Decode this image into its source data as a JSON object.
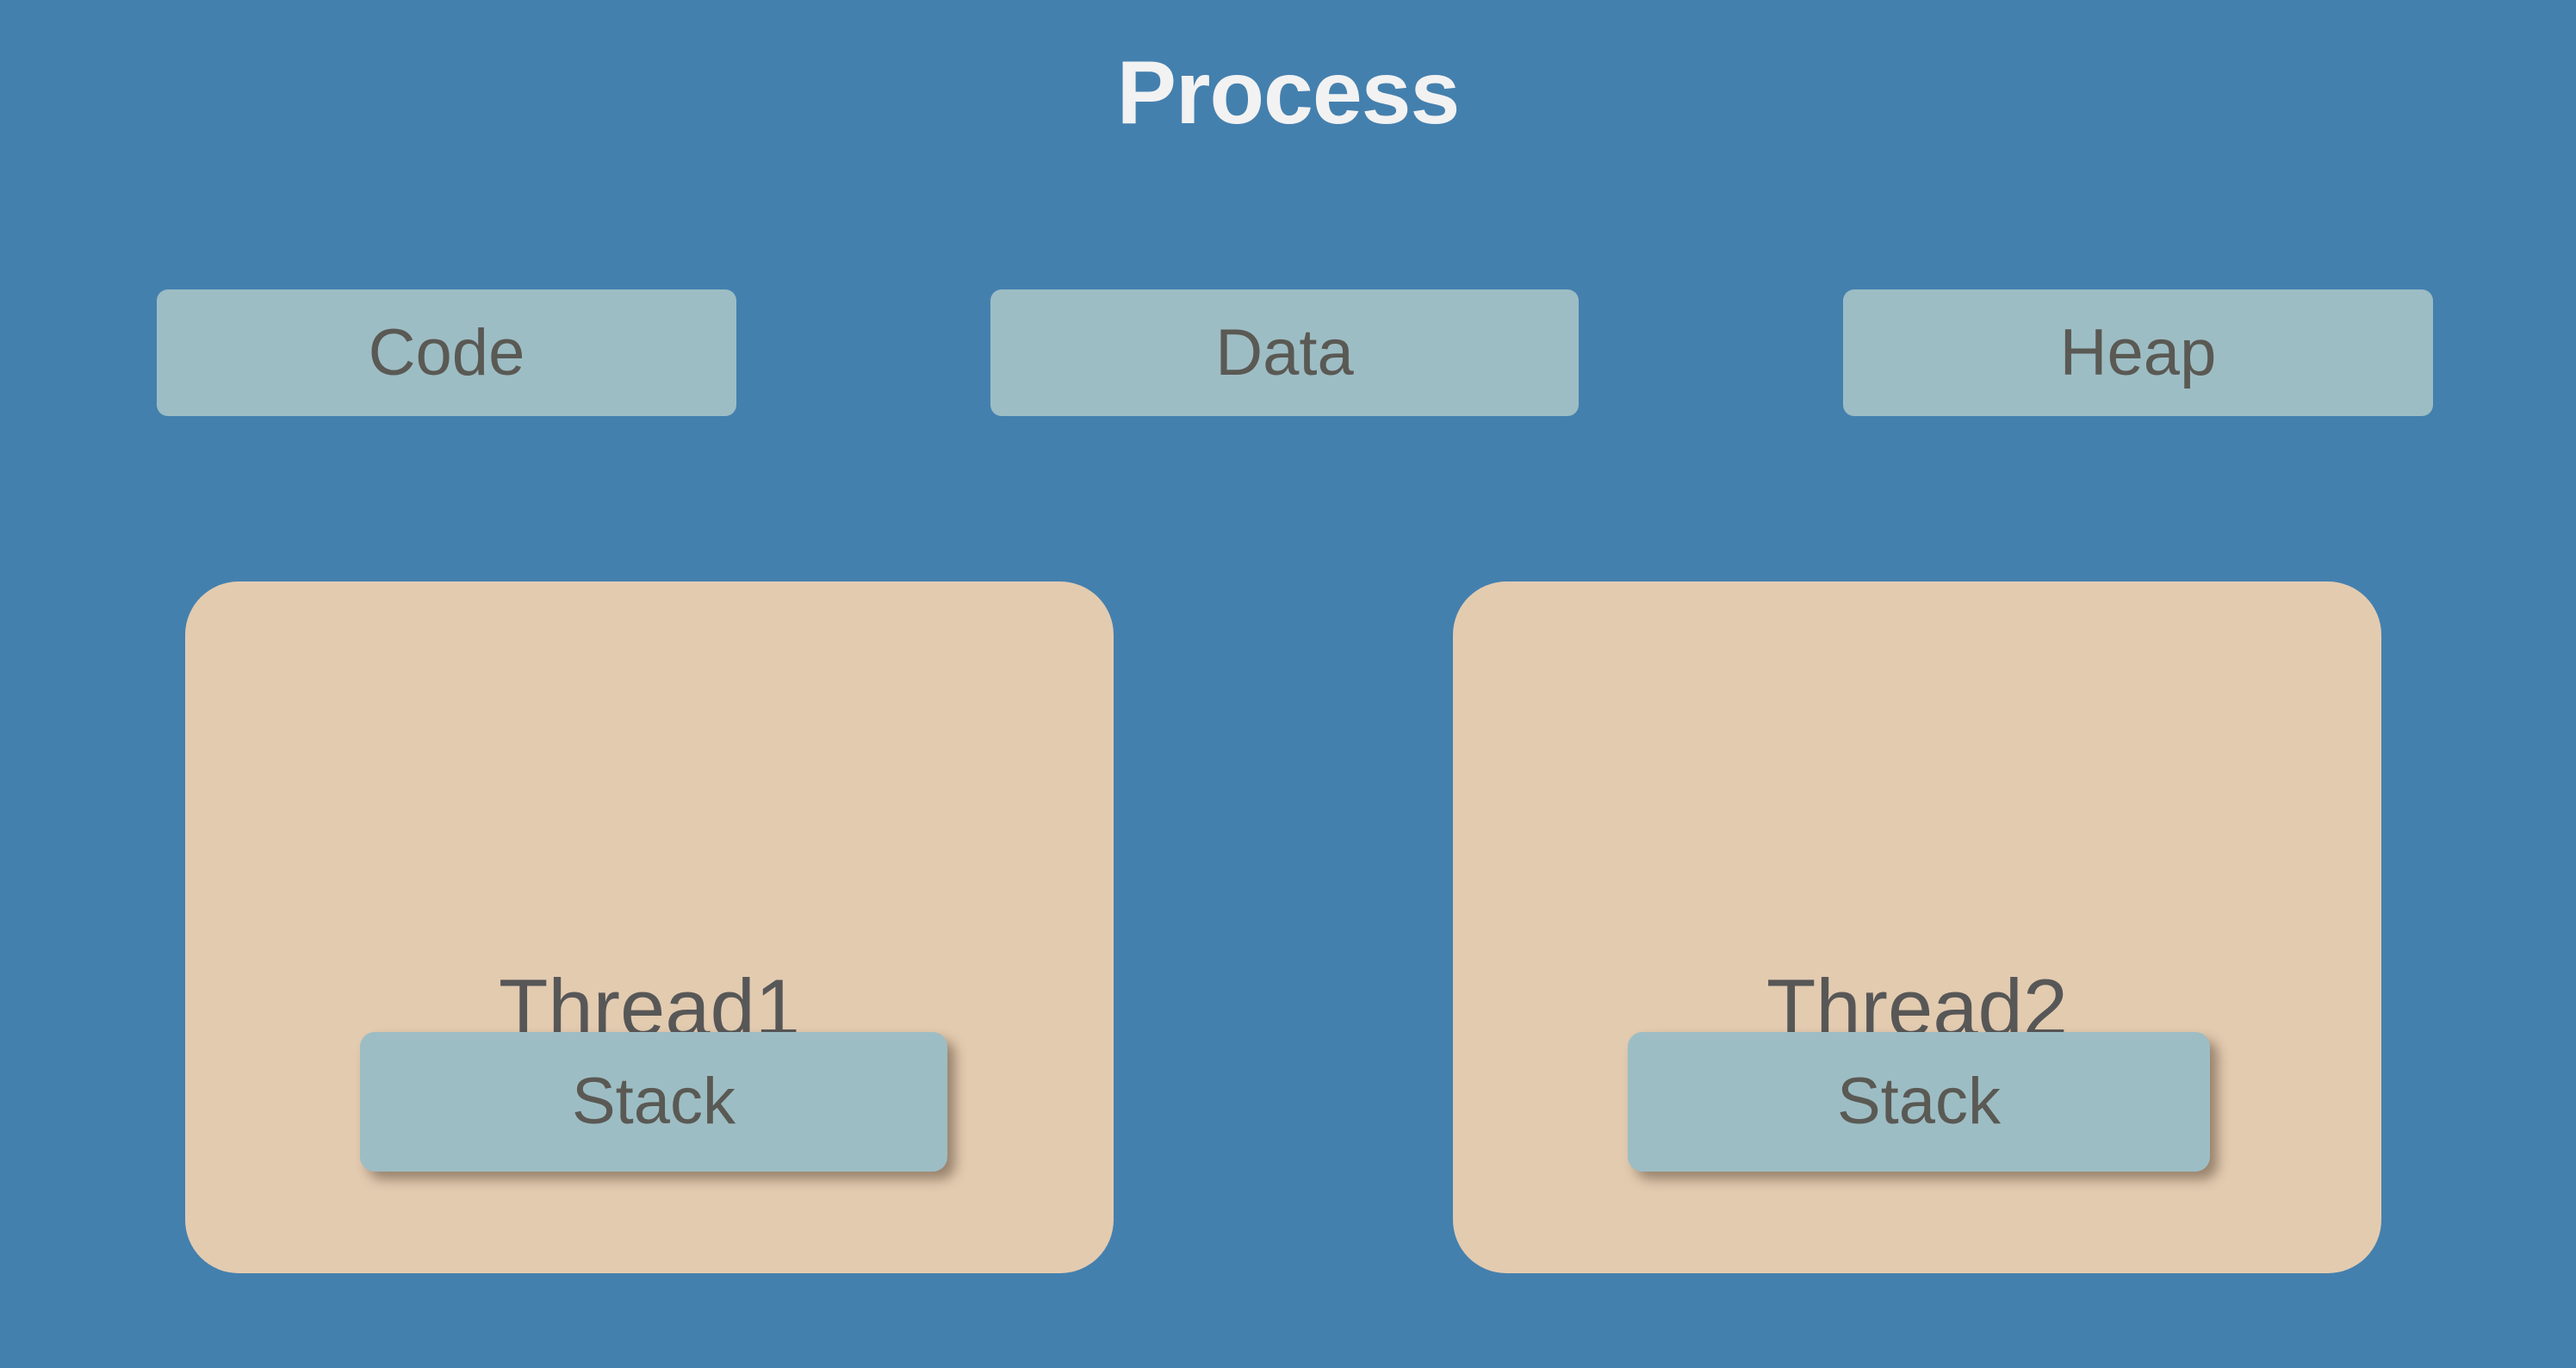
{
  "diagram": {
    "title": "Process",
    "background_color": "#4480ae",
    "title_color": "#f2f2f2"
  },
  "segments": {
    "box_color": "#9dbdc4",
    "label_color": "#5a5954",
    "items": [
      {
        "id": "code",
        "label": "Code"
      },
      {
        "id": "data",
        "label": "Data"
      },
      {
        "id": "heap",
        "label": "Heap"
      }
    ]
  },
  "threads": {
    "box_color": "#e3cbb0",
    "label_color": "#575757",
    "stack_color": "#9dbdc4",
    "items": [
      {
        "id": "thread1",
        "label": "Thread1",
        "stack_label": "Stack"
      },
      {
        "id": "thread2",
        "label": "Thread2",
        "stack_label": "Stack"
      }
    ]
  }
}
